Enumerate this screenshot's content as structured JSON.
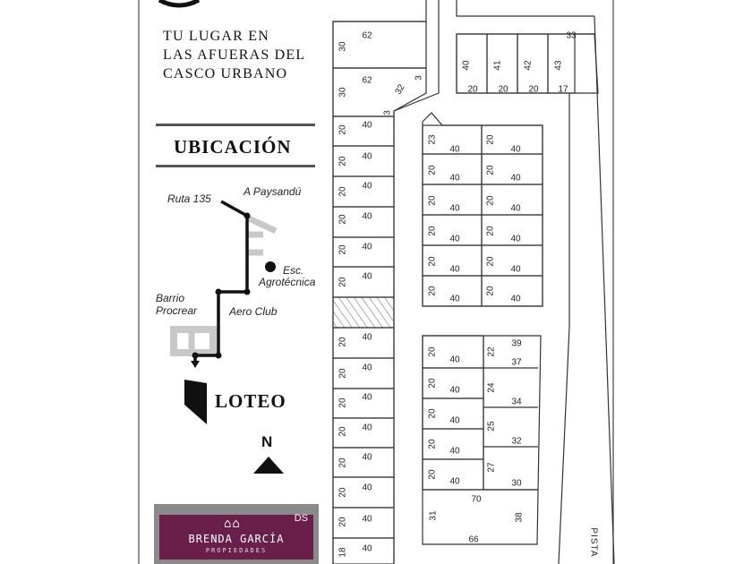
{
  "tagline": [
    "TU LUGAR EN",
    "LAS AFUERAS DEL",
    "CASCO URBANO"
  ],
  "location_title": "UBICACIÓN",
  "map_labels": {
    "route": "Ruta 135",
    "to_paysandu": "A Paysandú",
    "school_line1": "Esc.",
    "school_line2": "Agrotécnica",
    "barrio_line1": "Barrio",
    "barrio_line2": "Procrear",
    "aero_club": "Aero Club"
  },
  "loteo_label": "LOTEO",
  "north_label": "N",
  "brand": {
    "logo": "⌂⌂",
    "name": "BRENDA GARCÍA",
    "subtitle": "PROPIEDADES",
    "corner": "DS"
  },
  "road_label": "PISTA",
  "lot_labels": [
    {
      "id": "a1-front",
      "text": "62"
    },
    {
      "id": "a1-side",
      "text": "30"
    },
    {
      "id": "a2-front",
      "text": "62"
    },
    {
      "id": "a2-side",
      "text": "30"
    },
    {
      "id": "a2-diag1",
      "text": "32"
    },
    {
      "id": "a2-diag2",
      "text": "3"
    },
    {
      "id": "a2-diag3",
      "text": "3"
    },
    {
      "id": "r1-side",
      "text": "20"
    },
    {
      "id": "r1-front",
      "text": "40"
    },
    {
      "id": "r2-side",
      "text": "20"
    },
    {
      "id": "r2-front",
      "text": "40"
    },
    {
      "id": "r3-side",
      "text": "20"
    },
    {
      "id": "r3-front",
      "text": "40"
    },
    {
      "id": "r4-side",
      "text": "20"
    },
    {
      "id": "r4-front",
      "text": "40"
    },
    {
      "id": "r5-side",
      "text": "20"
    },
    {
      "id": "r5-front",
      "text": "40"
    },
    {
      "id": "r6-side",
      "text": "20"
    },
    {
      "id": "r6-front",
      "text": "40"
    },
    {
      "id": "r8-side",
      "text": "20"
    },
    {
      "id": "r8-front",
      "text": "40"
    },
    {
      "id": "r9-side",
      "text": "20"
    },
    {
      "id": "r9-front",
      "text": "40"
    },
    {
      "id": "r10-side",
      "text": "20"
    },
    {
      "id": "r10-front",
      "text": "40"
    },
    {
      "id": "r11-side",
      "text": "20"
    },
    {
      "id": "r11-front",
      "text": "40"
    },
    {
      "id": "r12-side",
      "text": "20"
    },
    {
      "id": "r12-front",
      "text": "40"
    },
    {
      "id": "r13-side",
      "text": "20"
    },
    {
      "id": "r13-front",
      "text": "40"
    },
    {
      "id": "r14-side",
      "text": "20"
    },
    {
      "id": "r14-front",
      "text": "40"
    },
    {
      "id": "r15-side",
      "text": "18"
    },
    {
      "id": "r15-front",
      "text": "40"
    },
    {
      "id": "t1-side",
      "text": "40"
    },
    {
      "id": "t1-front",
      "text": "20"
    },
    {
      "id": "t2-side",
      "text": "41"
    },
    {
      "id": "t2-front",
      "text": "20"
    },
    {
      "id": "t3-side",
      "text": "42"
    },
    {
      "id": "t3-front",
      "text": "20"
    },
    {
      "id": "t4-side",
      "text": "43"
    },
    {
      "id": "t4-front",
      "text": "17"
    },
    {
      "id": "t4-top",
      "text": "33"
    },
    {
      "id": "b1-side",
      "text": "23"
    },
    {
      "id": "b1-front",
      "text": "40"
    },
    {
      "id": "b2-side",
      "text": "20"
    },
    {
      "id": "b2-front",
      "text": "40"
    },
    {
      "id": "b3-side",
      "text": "20"
    },
    {
      "id": "b3-front",
      "text": "40"
    },
    {
      "id": "b4-side",
      "text": "20"
    },
    {
      "id": "b4-front",
      "text": "40"
    },
    {
      "id": "b5-side",
      "text": "20"
    },
    {
      "id": "b5-front",
      "text": "40"
    },
    {
      "id": "b6-side",
      "text": "20"
    },
    {
      "id": "b6-front",
      "text": "40"
    },
    {
      "id": "b7-side",
      "text": "20"
    },
    {
      "id": "b7-front",
      "text": "40"
    },
    {
      "id": "b8-side",
      "text": "20"
    },
    {
      "id": "b8-front",
      "text": "40"
    },
    {
      "id": "b9-side",
      "text": "20"
    },
    {
      "id": "b9-front",
      "text": "40"
    },
    {
      "id": "b10-side",
      "text": "20"
    },
    {
      "id": "b10-front",
      "text": "40"
    },
    {
      "id": "b11-side",
      "text": "20"
    },
    {
      "id": "b11-front",
      "text": "40"
    },
    {
      "id": "b12-side",
      "text": "20"
    },
    {
      "id": "b12-front",
      "text": "40"
    },
    {
      "id": "c1-side",
      "text": "20"
    },
    {
      "id": "c1-front",
      "text": "40"
    },
    {
      "id": "c2-side",
      "text": "20"
    },
    {
      "id": "c2-front",
      "text": "40"
    },
    {
      "id": "c3-side",
      "text": "20"
    },
    {
      "id": "c3-front",
      "text": "40"
    },
    {
      "id": "c4-side",
      "text": "20"
    },
    {
      "id": "c4-front",
      "text": "40"
    },
    {
      "id": "c5-side",
      "text": "20"
    },
    {
      "id": "c5-front",
      "text": "40"
    },
    {
      "id": "d1-side",
      "text": "22"
    },
    {
      "id": "d1-a",
      "text": "39"
    },
    {
      "id": "d1-b",
      "text": "37"
    },
    {
      "id": "d2-side",
      "text": "24"
    },
    {
      "id": "d2-front",
      "text": "34"
    },
    {
      "id": "d3-side",
      "text": "25"
    },
    {
      "id": "d3-front",
      "text": "32"
    },
    {
      "id": "d4-side",
      "text": "27"
    },
    {
      "id": "d4-front",
      "text": "30"
    },
    {
      "id": "e-top",
      "text": "70"
    },
    {
      "id": "e-left",
      "text": "31"
    },
    {
      "id": "e-right",
      "text": "38"
    },
    {
      "id": "e-bottom",
      "text": "66"
    }
  ],
  "colors": {
    "line": "#333333",
    "route_line": "#111111",
    "grey_road": "#c8c8c8",
    "brand_bg": "#6a1e4a",
    "brand_frame": "#8a8a8a"
  }
}
